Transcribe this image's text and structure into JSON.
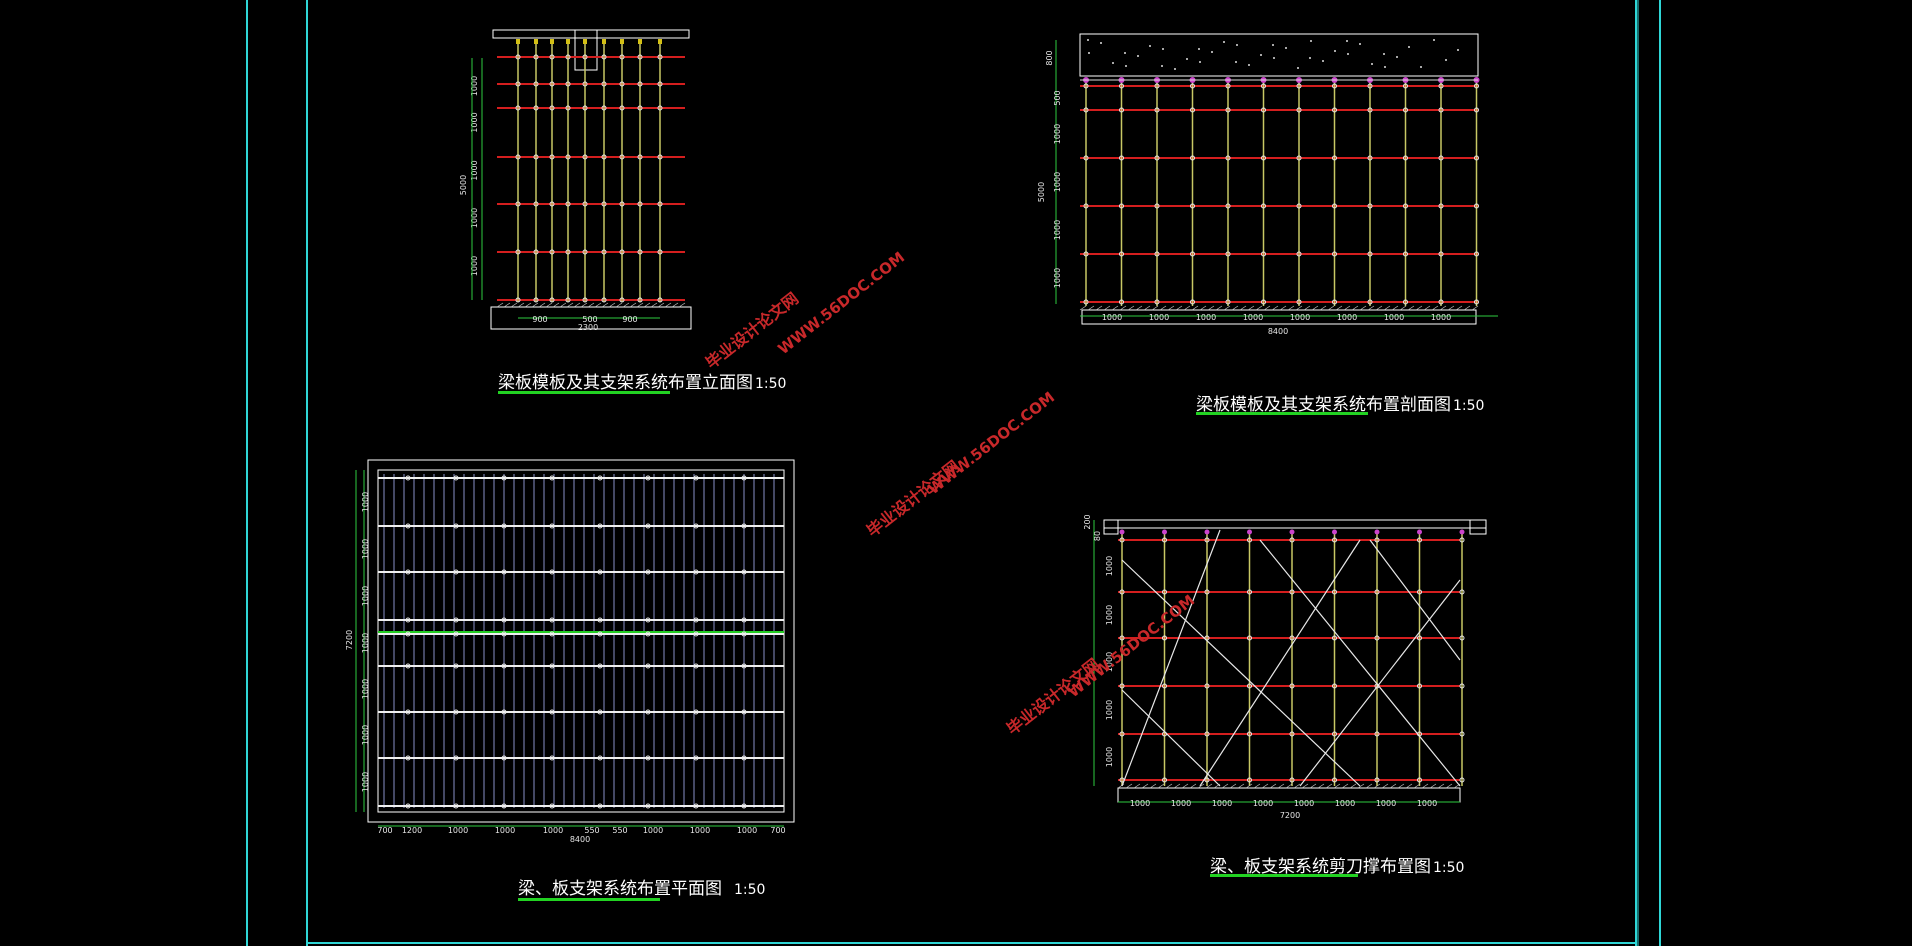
{
  "drawings": {
    "elevation": {
      "title": "梁板模板及其支架系统布置立面图",
      "scale": "1:50",
      "vertical_dims": [
        "1000",
        "1000",
        "1000",
        "1000",
        "1000"
      ],
      "total_height": "5000",
      "bottom_dims": [
        "900",
        "500",
        "900"
      ],
      "bottom_total": "2300"
    },
    "section": {
      "title": "梁板模板及其支架系统布置剖面图",
      "scale": "1:50",
      "vertical_dims": [
        "500",
        "1000",
        "1000",
        "1000",
        "1000"
      ],
      "top_dim": "800",
      "total_height": "5000",
      "bottom_dims": [
        "1000",
        "1000",
        "1000",
        "1000",
        "1000",
        "1000",
        "1000",
        "1000"
      ],
      "bottom_total": "8400"
    },
    "plan": {
      "title": "梁、板支架系统布置平面图",
      "scale": "1:50",
      "left_dims": [
        "1000",
        "1000",
        "1000",
        "1000",
        "1000",
        "1000",
        "1000"
      ],
      "left_total": "7200",
      "bottom_dims": [
        "700",
        "1200",
        "1000",
        "1000",
        "1000",
        "550",
        "550",
        "1000",
        "1000",
        "1000",
        "700"
      ],
      "bottom_total": "8400"
    },
    "bracing": {
      "title": "梁、板支架系统剪刀撑布置图",
      "scale": "1:50",
      "left_dims": [
        "1000",
        "1000",
        "1000",
        "1000",
        "1000"
      ],
      "top_dims": [
        "200",
        "80"
      ],
      "bottom_dims": [
        "1000",
        "1000",
        "1000",
        "1000",
        "1000",
        "1000",
        "1000",
        "1000"
      ],
      "bottom_total": "7200"
    }
  },
  "watermarks": [
    {
      "name": "毕业设计论文网",
      "site": "WWW.56DOC.COM"
    },
    {
      "name": "毕业设计论文网",
      "site": "WWW.56DOC.COM"
    },
    {
      "name": "毕业设计论文网",
      "site": "WWW.56DOC.COM"
    }
  ],
  "colors": {
    "background": "#000000",
    "frame": "#2fd6d6",
    "ledger": "#d41e1e",
    "standard": "#c8c864",
    "outline": "#ffffff",
    "dimension": "#2ecc40",
    "watermark": "#c8282a"
  }
}
